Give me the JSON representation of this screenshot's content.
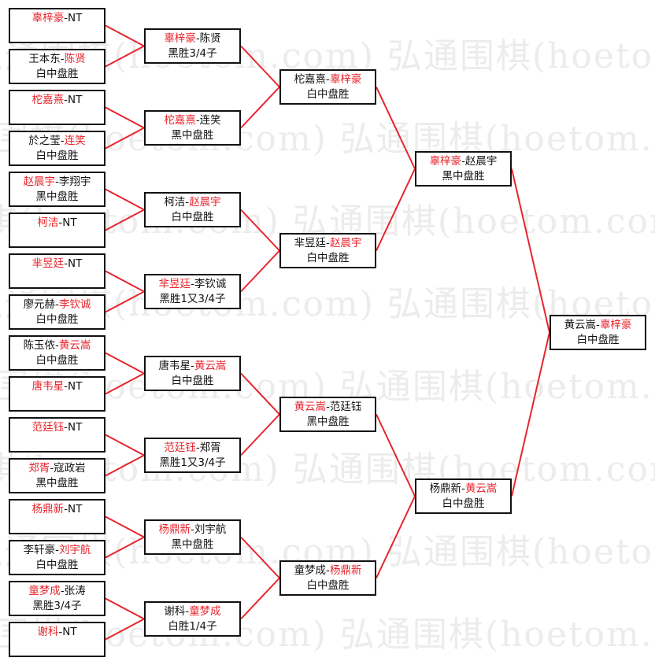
{
  "watermark": "弘通围棋(hoetom.com)",
  "colors": {
    "winner": "#e8242c",
    "line": "#e8242c",
    "border": "#111111"
  },
  "rounds": [
    [
      {
        "line1": [
          {
            "t": "辜梓豪",
            "red": true
          },
          {
            "t": "-NT"
          }
        ],
        "line2": ""
      },
      {
        "line1": [
          {
            "t": "王本东-"
          },
          {
            "t": "陈贤",
            "red": true
          }
        ],
        "line2": "白中盘胜"
      },
      {
        "line1": [
          {
            "t": "柁嘉熹",
            "red": true
          },
          {
            "t": "-NT"
          }
        ],
        "line2": ""
      },
      {
        "line1": [
          {
            "t": "於之莹-"
          },
          {
            "t": "连笑",
            "red": true
          }
        ],
        "line2": "白中盘胜"
      },
      {
        "line1": [
          {
            "t": "赵晨宇",
            "red": true
          },
          {
            "t": "-李翔宇"
          }
        ],
        "line2": "黑中盘胜"
      },
      {
        "line1": [
          {
            "t": "柯洁",
            "red": true
          },
          {
            "t": "-NT"
          }
        ],
        "line2": ""
      },
      {
        "line1": [
          {
            "t": "芈昱廷",
            "red": true
          },
          {
            "t": "-NT"
          }
        ],
        "line2": ""
      },
      {
        "line1": [
          {
            "t": "廖元赫-"
          },
          {
            "t": "李钦诚",
            "red": true
          }
        ],
        "line2": "白中盘胜"
      },
      {
        "line1": [
          {
            "t": "陈玉侬-"
          },
          {
            "t": "黄云嵩",
            "red": true
          }
        ],
        "line2": "白中盘胜"
      },
      {
        "line1": [
          {
            "t": "唐韦星",
            "red": true
          },
          {
            "t": "-NT"
          }
        ],
        "line2": ""
      },
      {
        "line1": [
          {
            "t": "范廷钰",
            "red": true
          },
          {
            "t": "-NT"
          }
        ],
        "line2": ""
      },
      {
        "line1": [
          {
            "t": "郑胥",
            "red": true
          },
          {
            "t": "-寇政岩"
          }
        ],
        "line2": "黑中盘胜"
      },
      {
        "line1": [
          {
            "t": "杨鼎新",
            "red": true
          },
          {
            "t": "-NT"
          }
        ],
        "line2": ""
      },
      {
        "line1": [
          {
            "t": "李轩豪-"
          },
          {
            "t": "刘宇航",
            "red": true
          }
        ],
        "line2": "白中盘胜"
      },
      {
        "line1": [
          {
            "t": "童梦成",
            "red": true
          },
          {
            "t": "-张涛"
          }
        ],
        "line2": "黑胜3/4子"
      },
      {
        "line1": [
          {
            "t": "谢科",
            "red": true
          },
          {
            "t": "-NT"
          }
        ],
        "line2": ""
      }
    ],
    [
      {
        "line1": [
          {
            "t": "辜梓豪",
            "red": true
          },
          {
            "t": "-陈贤"
          }
        ],
        "line2": "黑胜3/4子"
      },
      {
        "line1": [
          {
            "t": "柁嘉熹",
            "red": true
          },
          {
            "t": "-连笑"
          }
        ],
        "line2": "黑中盘胜"
      },
      {
        "line1": [
          {
            "t": "柯洁-"
          },
          {
            "t": "赵晨宇",
            "red": true
          }
        ],
        "line2": "白中盘胜"
      },
      {
        "line1": [
          {
            "t": "芈昱廷",
            "red": true
          },
          {
            "t": "-李钦诚"
          }
        ],
        "line2": "黑胜1又3/4子"
      },
      {
        "line1": [
          {
            "t": "唐韦星-"
          },
          {
            "t": "黄云嵩",
            "red": true
          }
        ],
        "line2": "白中盘胜"
      },
      {
        "line1": [
          {
            "t": "范廷钰",
            "red": true
          },
          {
            "t": "-郑胥"
          }
        ],
        "line2": "黑胜1又3/4子"
      },
      {
        "line1": [
          {
            "t": "杨鼎新",
            "red": true
          },
          {
            "t": "-刘宇航"
          }
        ],
        "line2": "黑中盘胜"
      },
      {
        "line1": [
          {
            "t": "谢科-"
          },
          {
            "t": "童梦成",
            "red": true
          }
        ],
        "line2": "白胜1/4子"
      }
    ],
    [
      {
        "line1": [
          {
            "t": "柁嘉熹-"
          },
          {
            "t": "辜梓豪",
            "red": true
          }
        ],
        "line2": "白中盘胜"
      },
      {
        "line1": [
          {
            "t": "芈昱廷-"
          },
          {
            "t": "赵晨宇",
            "red": true
          }
        ],
        "line2": "白中盘胜"
      },
      {
        "line1": [
          {
            "t": "黄云嵩",
            "red": true
          },
          {
            "t": "-范廷钰"
          }
        ],
        "line2": "黑中盘胜"
      },
      {
        "line1": [
          {
            "t": "童梦成-"
          },
          {
            "t": "杨鼎新",
            "red": true
          }
        ],
        "line2": "白中盘胜"
      }
    ],
    [
      {
        "line1": [
          {
            "t": "辜梓豪",
            "red": true
          },
          {
            "t": "-赵晨宇"
          }
        ],
        "line2": "黑中盘胜"
      },
      {
        "line1": [
          {
            "t": "杨鼎新-"
          },
          {
            "t": "黄云嵩",
            "red": true
          }
        ],
        "line2": "白中盘胜"
      }
    ],
    [
      {
        "line1": [
          {
            "t": "黄云嵩-"
          },
          {
            "t": "辜梓豪",
            "red": true
          }
        ],
        "line2": "白中盘胜"
      }
    ]
  ]
}
